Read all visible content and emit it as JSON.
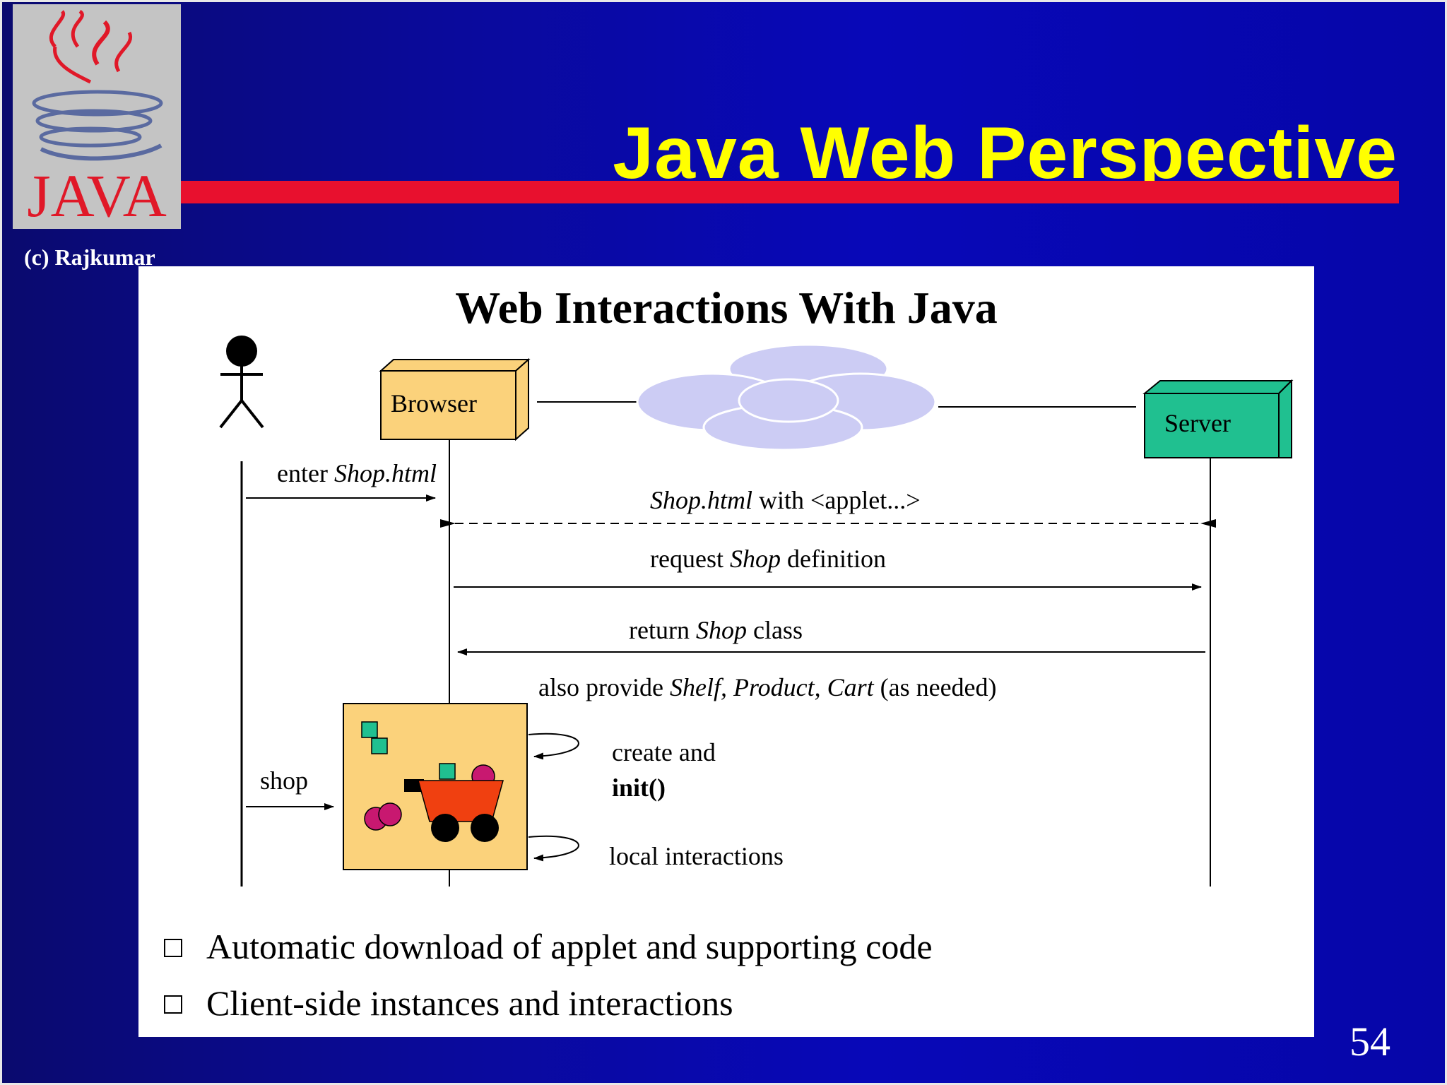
{
  "slide": {
    "title": "Java Web Perspective",
    "copyright": "(c) Rajkumar",
    "page_number": "54",
    "logo_text": "JAVA"
  },
  "diagram": {
    "title": "Web Interactions With Java",
    "browser": "Browser",
    "server": "Server",
    "msg1_prefix": "enter ",
    "msg1_italic": "Shop.html",
    "msg2_italic": "Shop.html",
    "msg2_suffix": " with <applet...>",
    "msg3_prefix": "request ",
    "msg3_italic": "Shop",
    "msg3_suffix": " definition",
    "msg4_prefix": "return ",
    "msg4_italic": "Shop",
    "msg4_suffix": " class",
    "msg5_prefix": "also provide ",
    "msg5_italic": "Shelf, Product, Cart",
    "msg5_suffix": " (as needed)",
    "shop": "shop",
    "create_line1": "create and",
    "create_line2": "init()",
    "local": "local interactions"
  },
  "bullets": [
    "Automatic download of applet and supporting code",
    "Client-side instances and interactions"
  ]
}
